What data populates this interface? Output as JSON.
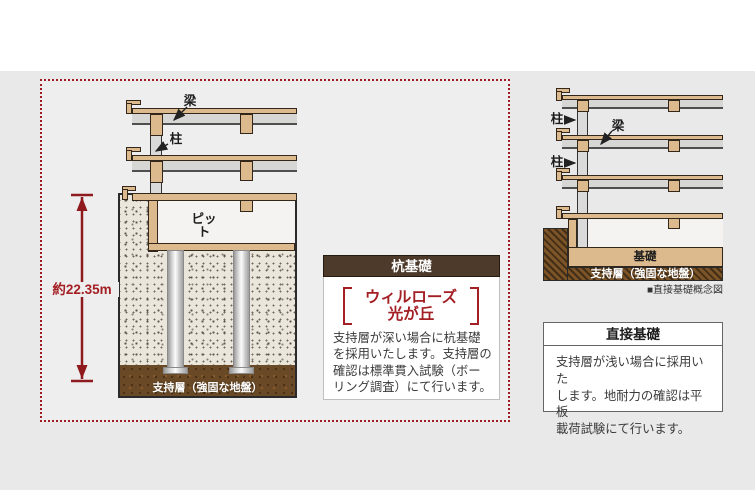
{
  "left_diagram": {
    "beam_label": "梁",
    "pillar_label": "柱",
    "pit_label": "ピット",
    "depth_label": "約22.35m",
    "support_label": "支持層（強固な地盤）"
  },
  "pile_box": {
    "title": "杭基礎",
    "brand_line1": "ウィルローズ",
    "brand_line2": "光が丘",
    "body_lines": [
      "支持層が深い場合に杭基礎",
      "を採用いたします。支持層の",
      "確認は標準貫入試験（ボー",
      "リング調査）にて行います。"
    ]
  },
  "right_diagram": {
    "pillar_label_1": "柱",
    "beam_label": "梁",
    "pillar_label_2": "柱",
    "foundation_label": "基礎",
    "support_label": "支持層（強固な地盤）",
    "caption": "■直接基礎概念図"
  },
  "direct_box": {
    "title": "直接基礎",
    "body_lines": [
      "支持層が浅い場合に採用いた",
      "します。地耐力の確認は平板",
      "載荷試験にて行います。"
    ]
  },
  "colors": {
    "dashed_border_red": "#9e1b20",
    "accent_red": "#a31f24",
    "header_brown": "#4e3a2b",
    "structure_tan": "#dcba8e",
    "support_brown": "#6a4a26"
  }
}
